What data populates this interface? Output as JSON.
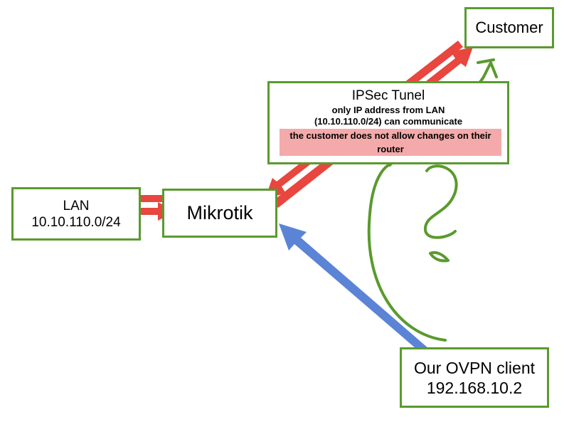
{
  "nodes": {
    "customer": {
      "label": "Customer"
    },
    "lan": {
      "line1": "LAN",
      "line2": "10.10.110.0/24"
    },
    "mikrotik": {
      "label": "Mikrotik"
    },
    "ovpn": {
      "line1": "Our OVPN client",
      "line2": "192.168.10.2"
    }
  },
  "ipsec": {
    "title": "IPSec Tunel",
    "note_line1": "only IP address from LAN",
    "note_line2": "(10.10.110.0/24) can communicate",
    "warning": "the customer does not allow changes on their router"
  },
  "colors": {
    "box_border": "#5a9a2e",
    "tunnel_arrows": "#e8463e",
    "ovpn_arrow": "#5b84d6",
    "sketch": "#5a9a2e",
    "warning_bg": "#f4aaaa"
  }
}
